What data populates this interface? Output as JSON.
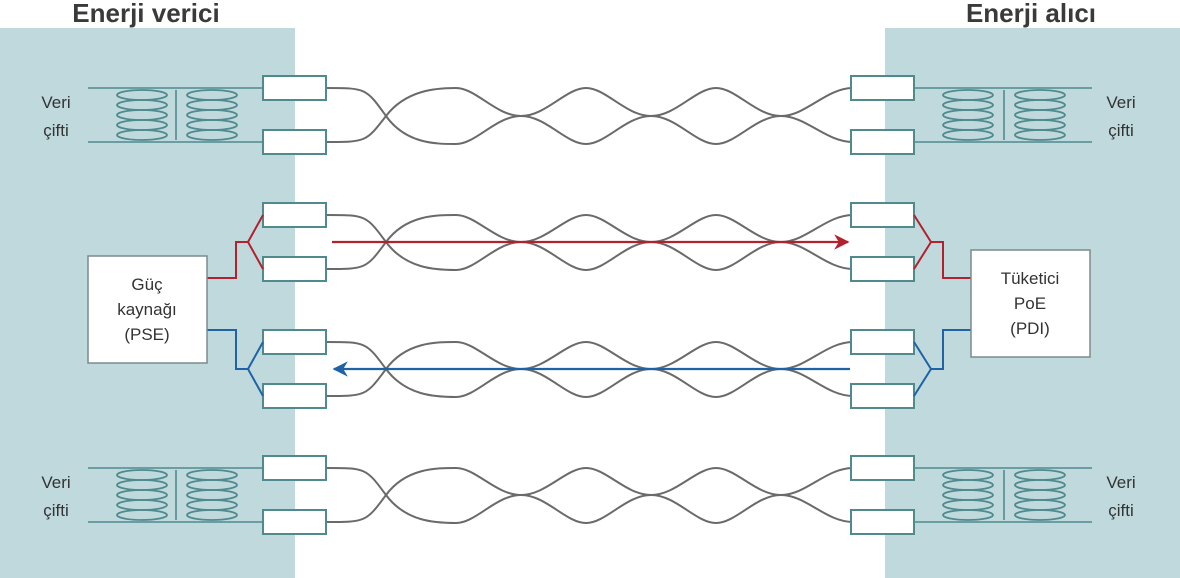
{
  "headings": {
    "left": "Enerji verici",
    "right": "Enerji alıcı"
  },
  "data_pair": {
    "line1": "Veri",
    "line2": "çifti"
  },
  "power_source": {
    "line1": "Güç",
    "line2": "kaynağı",
    "line3": "(PSE)"
  },
  "consumer": {
    "line1": "Tüketici",
    "line2": "PoE",
    "line3": "(PDI)"
  },
  "colors": {
    "panel": "#c0d9dd",
    "connector": "#4f8a8e",
    "cable": "#6a6a6a",
    "positive": "#b3202e",
    "negative": "#1f63a6",
    "box_border": "#7a8a8c"
  }
}
